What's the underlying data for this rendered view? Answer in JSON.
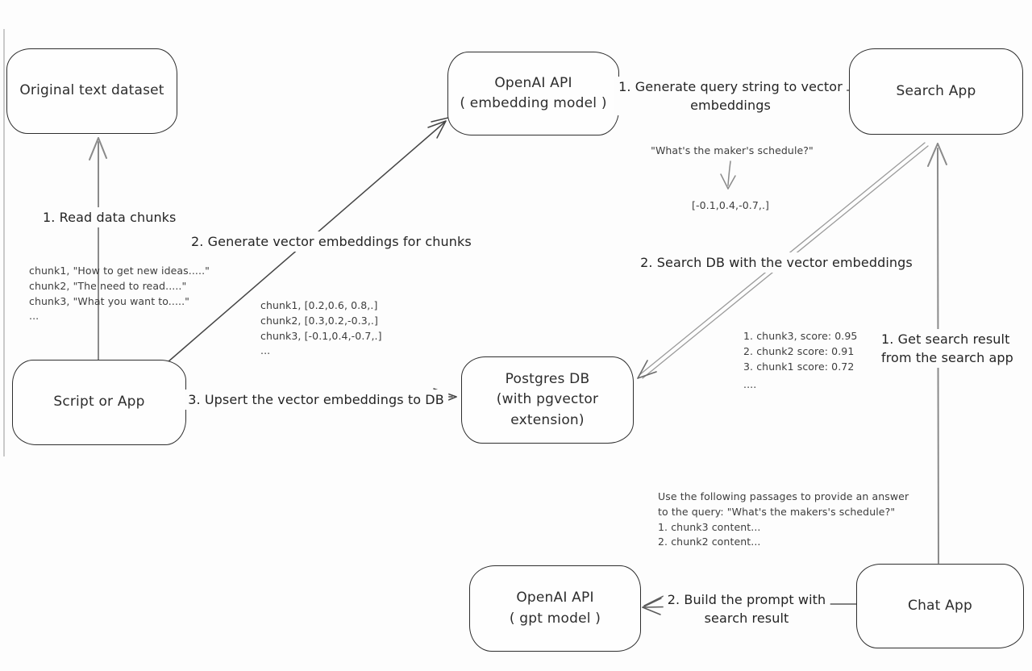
{
  "nodes": {
    "dataset": {
      "label": "Original text dataset"
    },
    "embedding_api": {
      "line1": "OpenAI API",
      "line2": "( embedding model )"
    },
    "search_app": {
      "label": "Search App"
    },
    "script_app": {
      "label": "Script or App"
    },
    "postgres": {
      "line1": "Postgres DB",
      "line2": "(with pgvector extension)"
    },
    "gpt_api": {
      "line1": "OpenAI API",
      "line2": "( gpt model )"
    },
    "chat_app": {
      "label": "Chat App"
    }
  },
  "labels": {
    "read_chunks": "1. Read data chunks",
    "generate_embeddings": "2. Generate vector embeddings for chunks",
    "upsert": "3. Upsert the vector embeddings  to DB",
    "query_to_vector": {
      "line1": "1. Generate query string to vector",
      "line2": "embeddings"
    },
    "search_db": "2. Search DB with the vector embeddings",
    "get_result": {
      "line1": "1. Get search result",
      "line2": "from the search app"
    },
    "build_prompt": {
      "line1": "2. Build the prompt with",
      "line2": "search result"
    }
  },
  "annotations": {
    "chunk_texts": [
      "chunk1, \"How to get new ideas.....\"",
      "chunk2, \"The need to read.....\"",
      "chunk3, \"What you want to.....\"",
      "..."
    ],
    "chunk_vectors": [
      "chunk1, [0.2,0.6, 0.8,.]",
      "chunk2, [0.3,0.2,-0.3,.]",
      "chunk3, [-0.1,0.4,-0.7,.]",
      "..."
    ],
    "query_string": "\"What's the maker's schedule?\"",
    "query_vector": "[-0.1,0.4,-0.7,.]",
    "search_scores": [
      "1. chunk3, score: 0.95",
      "2. chunk2 score: 0.91",
      "3. chunk1 score: 0.72",
      "...."
    ],
    "prompt_preview": [
      "Use the following passages to provide an answer",
      "to the query: \"What's the makers's schedule?\"",
      "1. chunk3 content...",
      "2. chunk2 content..."
    ]
  },
  "colors": {
    "ink": "#2d2d2d",
    "line_dark": "#4a4a4a",
    "line_gray": "#8a8a8a",
    "frame": "#bdbdbd",
    "background": "#fdfdfd"
  }
}
